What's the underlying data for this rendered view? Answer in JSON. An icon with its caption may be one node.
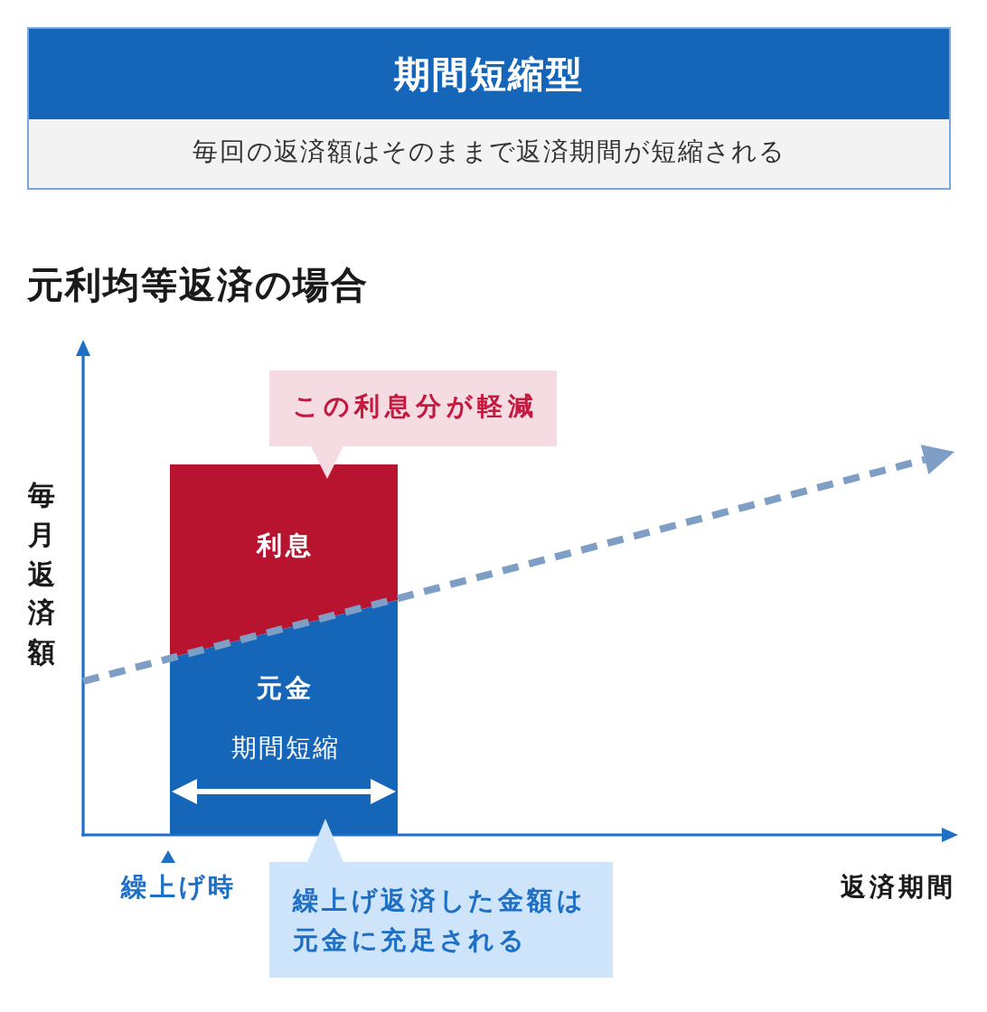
{
  "diagram": {
    "title": "元利均等返済の場合",
    "nodes": [
      {
        "text": [
          "期間短縮型",
          "毎回の返済額はそのままで返済期間が短縮される"
        ]
      },
      {
        "text": [
          "この利息分が軽減"
        ]
      },
      {
        "text": [
          "利息"
        ]
      },
      {
        "text": [
          "元金",
          "期間短縮"
        ]
      },
      {
        "text": [
          "繰上げ返済した金額は元金に充足される"
        ]
      }
    ],
    "labels": [
      "毎月返済額",
      "繰上げ時",
      "返済期間"
    ]
  }
}
